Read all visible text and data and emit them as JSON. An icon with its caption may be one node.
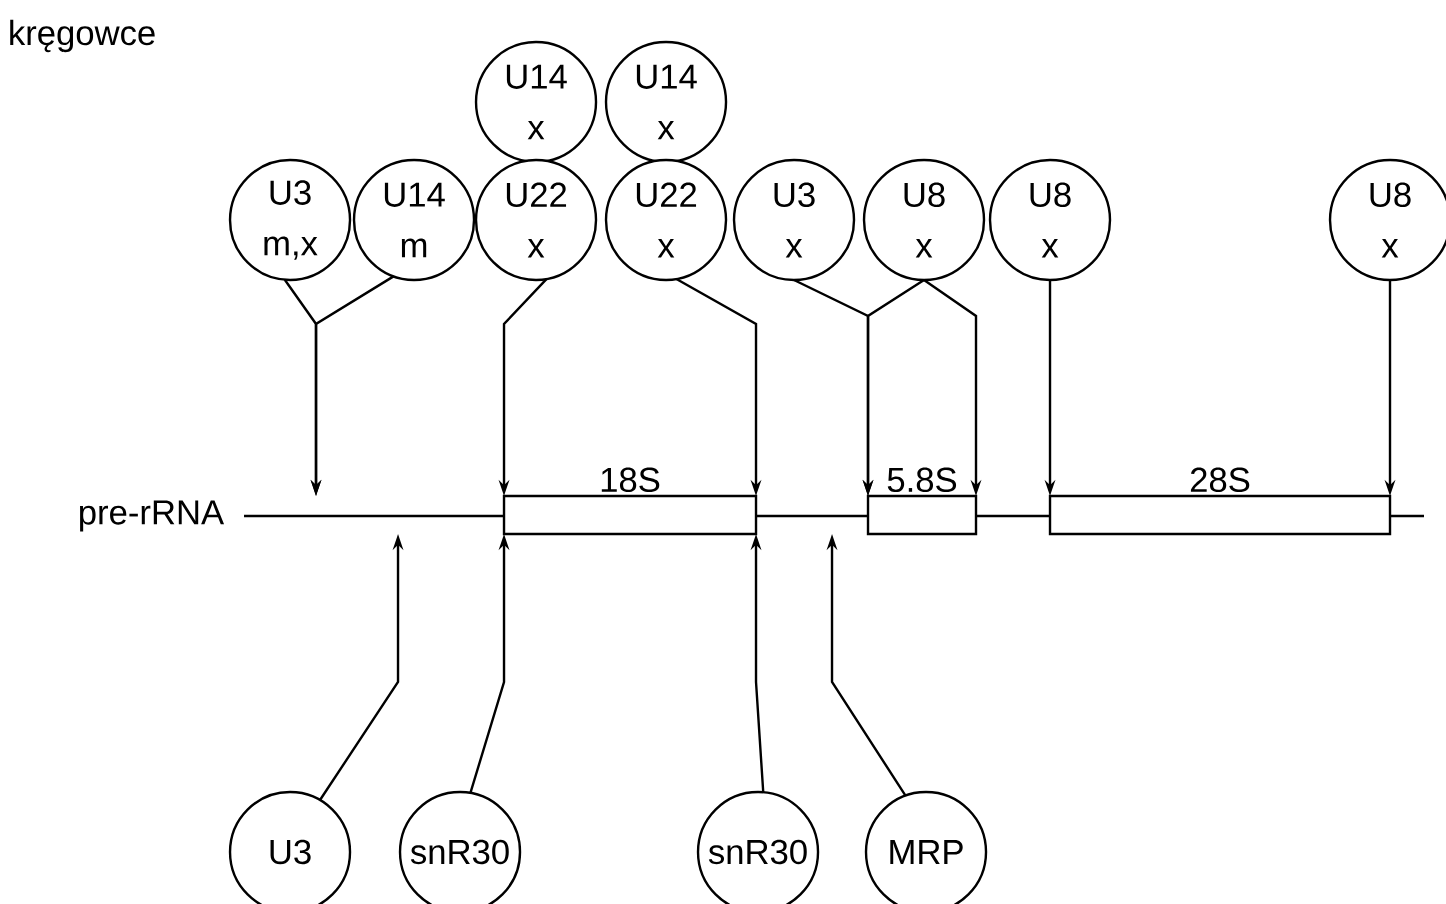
{
  "diagram": {
    "nodes": [
      {
        "text": [
          "U14",
          "x"
        ]
      },
      {
        "text": [
          "U14",
          "x"
        ]
      },
      {
        "text": [
          "U3",
          "m,x"
        ]
      },
      {
        "text": [
          "U14",
          "m"
        ]
      },
      {
        "text": [
          "U22",
          "x"
        ]
      },
      {
        "text": [
          "U22",
          "x"
        ]
      },
      {
        "text": [
          "U3",
          "x"
        ]
      },
      {
        "text": [
          "U8",
          "x"
        ]
      },
      {
        "text": [
          "U8",
          "x"
        ]
      },
      {
        "text": [
          "U8",
          "x"
        ]
      },
      {
        "text": [
          "18S"
        ]
      },
      {
        "text": [
          "5.8S"
        ]
      },
      {
        "text": [
          "28S"
        ]
      },
      {
        "text": [
          "U3"
        ]
      },
      {
        "text": [
          "snR30"
        ]
      },
      {
        "text": [
          "snR30"
        ]
      },
      {
        "text": [
          "MRP"
        ]
      }
    ],
    "edges": [
      {
        "from": 2,
        "to": null,
        "arrow": "to"
      },
      {
        "from": 3,
        "to": null,
        "arrow": "to"
      },
      {
        "from": 4,
        "to": 10,
        "arrow": "to"
      },
      {
        "from": 5,
        "to": 10,
        "arrow": "to"
      },
      {
        "from": 6,
        "to": 11,
        "arrow": "to"
      },
      {
        "from": 7,
        "to": 11,
        "arrow": "to"
      },
      {
        "from": 7,
        "to": 11,
        "arrow": "to"
      },
      {
        "from": 8,
        "to": 12,
        "arrow": "to"
      },
      {
        "from": 9,
        "to": 12,
        "arrow": "to"
      },
      {
        "from": 13,
        "to": null,
        "arrow": "to"
      },
      {
        "from": 14,
        "to": 10,
        "arrow": "to"
      },
      {
        "from": 15,
        "to": 10,
        "arrow": "to"
      },
      {
        "from": 16,
        "to": null,
        "arrow": "to"
      }
    ],
    "labels": [
      "kręgowce",
      "pre-rRNA"
    ]
  }
}
